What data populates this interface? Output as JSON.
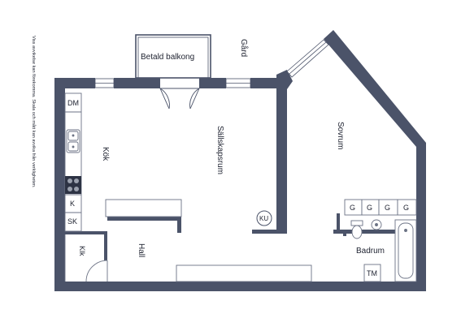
{
  "disclaimer": "Viss avvikelse kan förekomma. Skala och mått kan avvika från verkligheten.",
  "rooms": {
    "balcony": "Betald balkong",
    "yard": "Gård",
    "kitchen": "Kök",
    "living": "Sällskapsrum",
    "bedroom": "Sovrum",
    "hall": "Hall",
    "bathroom": "Badrum"
  },
  "fixtures": {
    "dishwasher": "DM",
    "fridge": "K",
    "freezer": "SK",
    "closet": "Klk",
    "cold_cabinet": "KU",
    "dryer": "TM",
    "wardrobe": "G"
  },
  "colors": {
    "wall": "#4b5369",
    "fixture_stroke": "#6b7284",
    "text": "#1e2230",
    "background": "#ffffff"
  }
}
